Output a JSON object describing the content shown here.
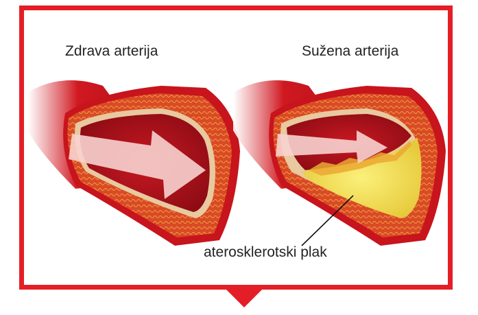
{
  "labels": {
    "healthy": "Zdrava arterija",
    "narrowed": "Sužena arterija",
    "plaque": "aterosklerotski plak"
  },
  "colors": {
    "frame": "#e41e26",
    "artery_outer": "#c8141c",
    "artery_wall": "#d9442a",
    "lumen": "#a8101a",
    "plaque": "#f2e25a",
    "arrow": "#f7d3cf"
  }
}
